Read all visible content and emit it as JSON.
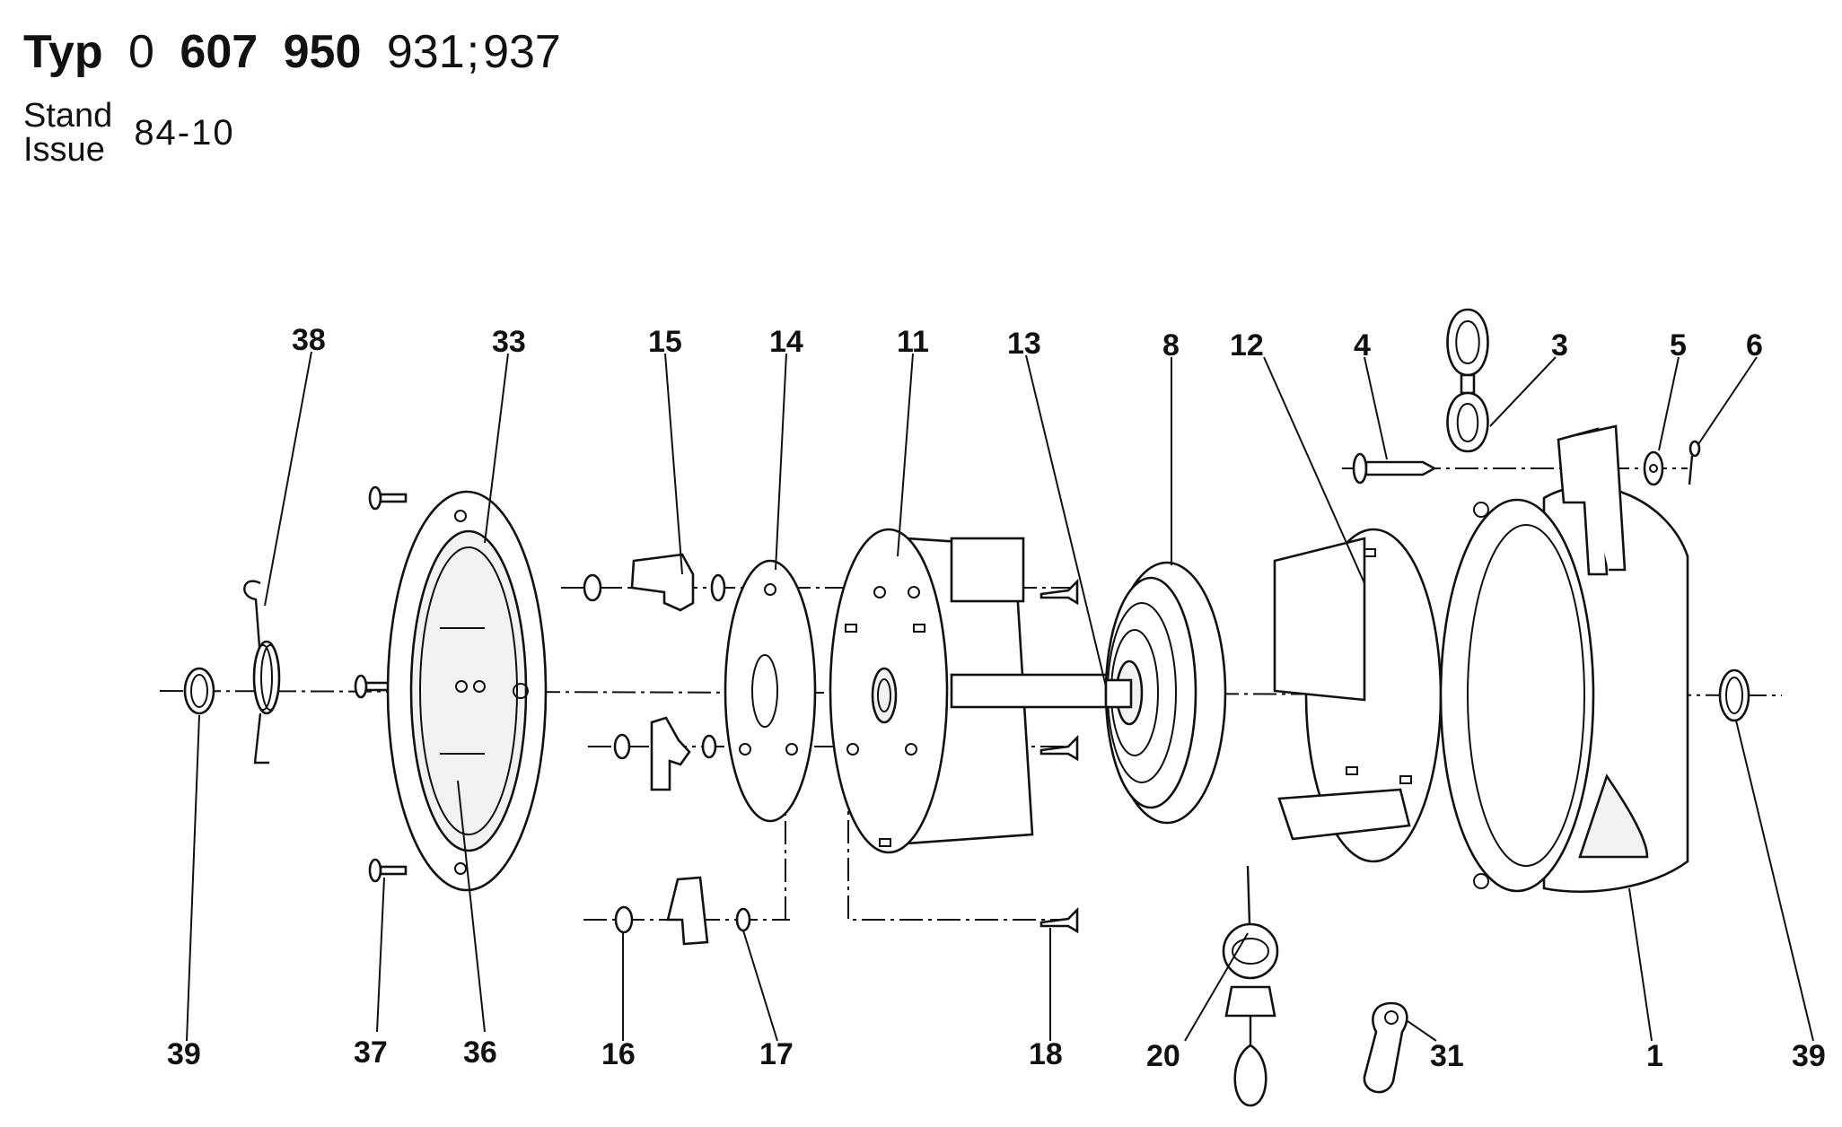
{
  "header": {
    "typ_label": "Typ",
    "code_a": "0",
    "code_b": "607",
    "code_c": "950",
    "code_d": "931",
    "separator": ";",
    "code_e": "937",
    "stand_label": "Stand",
    "issue_label": "Issue",
    "issue_value": "84-10"
  },
  "parts": {
    "p1": "1",
    "p3": "3",
    "p4": "4",
    "p5": "5",
    "p6": "6",
    "p8": "8",
    "p11": "11",
    "p12": "12",
    "p13": "13",
    "p14": "14",
    "p15": "15",
    "p16": "16",
    "p17": "17",
    "p18": "18",
    "p20": "20",
    "p31": "31",
    "p33": "33",
    "p36": "36",
    "p37": "37",
    "p38": "38",
    "p39_left": "39",
    "p39_right": "39"
  }
}
